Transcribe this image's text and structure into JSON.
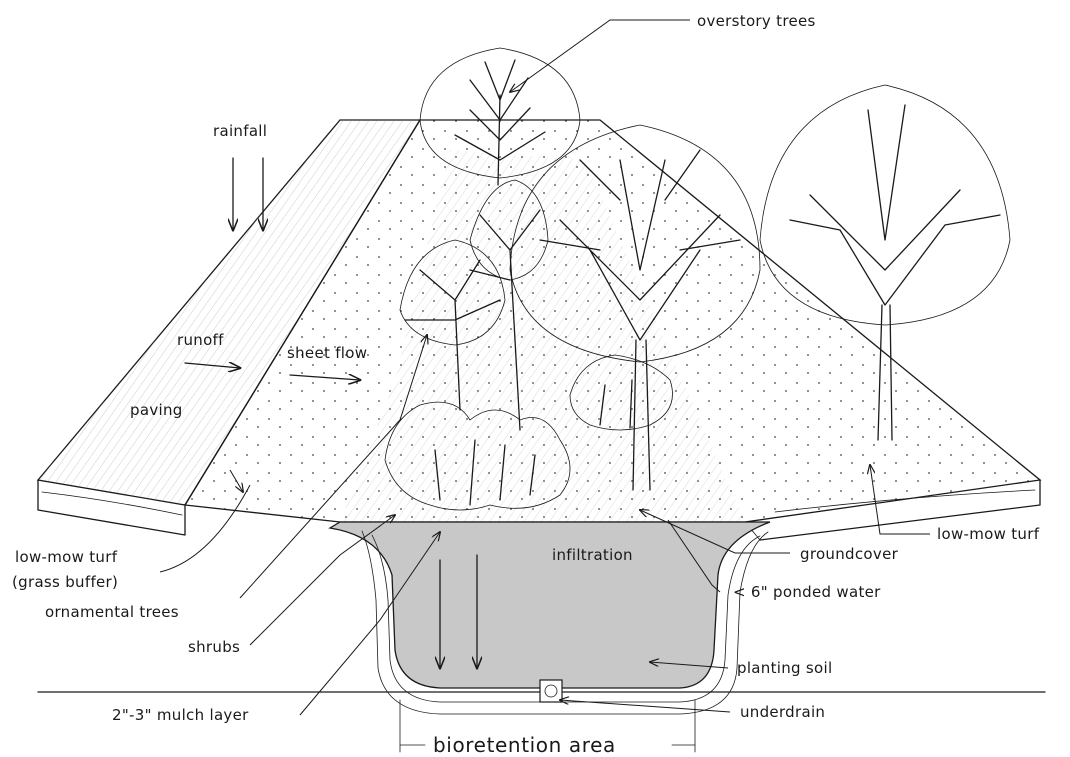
{
  "labels": {
    "overstory_trees": "overstory trees",
    "rainfall": "rainfall",
    "runoff": "runoff",
    "sheet_flow": "sheet flow",
    "paving": "paving",
    "low_mow_turf_left": "low-mow turf",
    "grass_buffer": "(grass buffer)",
    "ornamental_trees": "ornamental trees",
    "shrubs": "shrubs",
    "mulch_layer": "2\"-3\" mulch layer",
    "infiltration": "infiltration",
    "groundcover": "groundcover",
    "ponded_water": "< 6\" ponded water",
    "planting_soil": "planting soil",
    "underdrain": "underdrain",
    "bioretention_area": "bioretention area",
    "low_mow_turf_right": "low-mow turf"
  },
  "colors": {
    "ink": "#1a1a1a",
    "soil_fill": "#c8c8c8",
    "background": "#ffffff"
  }
}
